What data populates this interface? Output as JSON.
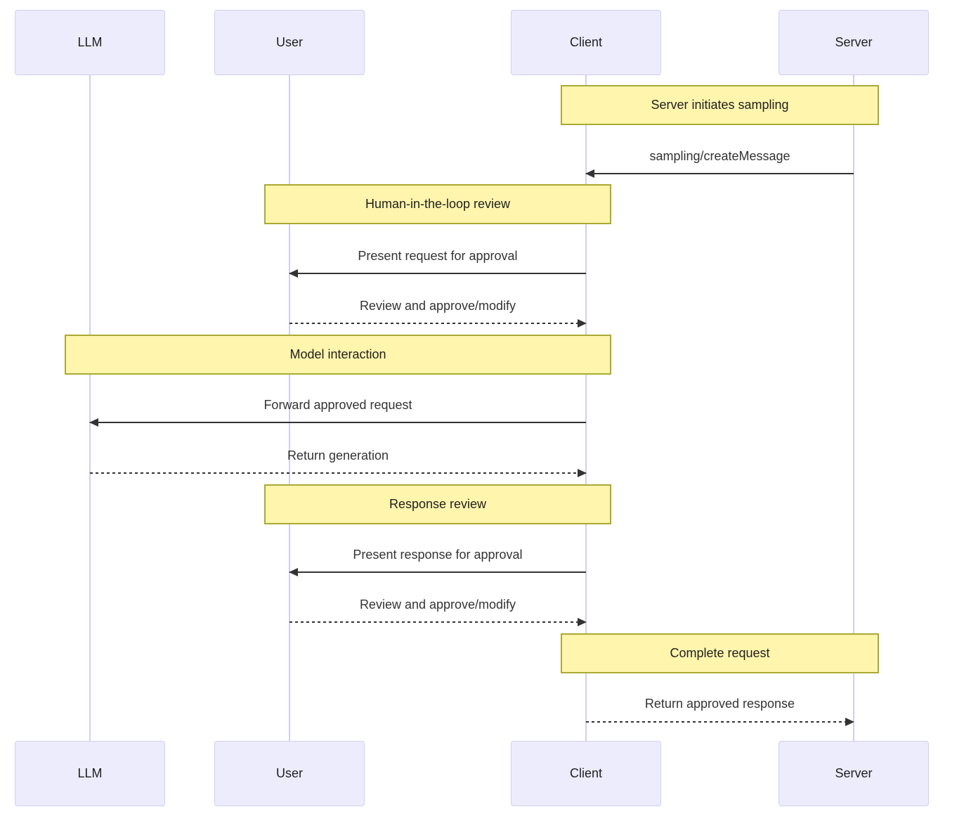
{
  "diagram": {
    "type": "sequence-diagram",
    "actors": [
      {
        "id": "llm",
        "label": "LLM"
      },
      {
        "id": "user",
        "label": "User"
      },
      {
        "id": "client",
        "label": "Client"
      },
      {
        "id": "server",
        "label": "Server"
      }
    ],
    "notes": [
      {
        "label": "Server initiates sampling",
        "over": [
          "client",
          "server"
        ]
      },
      {
        "label": "Human-in-the-loop review",
        "over": [
          "user",
          "client"
        ]
      },
      {
        "label": "Model interaction",
        "over": [
          "llm",
          "client"
        ]
      },
      {
        "label": "Response review",
        "over": [
          "user",
          "client"
        ]
      },
      {
        "label": "Complete request",
        "over": [
          "client",
          "server"
        ]
      }
    ],
    "messages": [
      {
        "label": "sampling/createMessage",
        "from": "server",
        "to": "client",
        "line": "solid"
      },
      {
        "label": "Present request for approval",
        "from": "client",
        "to": "user",
        "line": "solid"
      },
      {
        "label": "Review and approve/modify",
        "from": "user",
        "to": "client",
        "line": "dashed"
      },
      {
        "label": "Forward approved request",
        "from": "client",
        "to": "llm",
        "line": "solid"
      },
      {
        "label": "Return generation",
        "from": "llm",
        "to": "client",
        "line": "dashed"
      },
      {
        "label": "Present response for approval",
        "from": "client",
        "to": "user",
        "line": "solid"
      },
      {
        "label": "Review and approve/modify",
        "from": "user",
        "to": "client",
        "line": "dashed"
      },
      {
        "label": "Return approved response",
        "from": "client",
        "to": "server",
        "line": "dashed"
      }
    ],
    "colors": {
      "actor_fill": "#ECECFD",
      "actor_border": "#CFCFF0",
      "note_fill": "#FFF5AD",
      "note_border": "#AAAA33",
      "lifeline": "#CFCFEF",
      "message": "#333333",
      "background": "#FFFFFF"
    }
  }
}
